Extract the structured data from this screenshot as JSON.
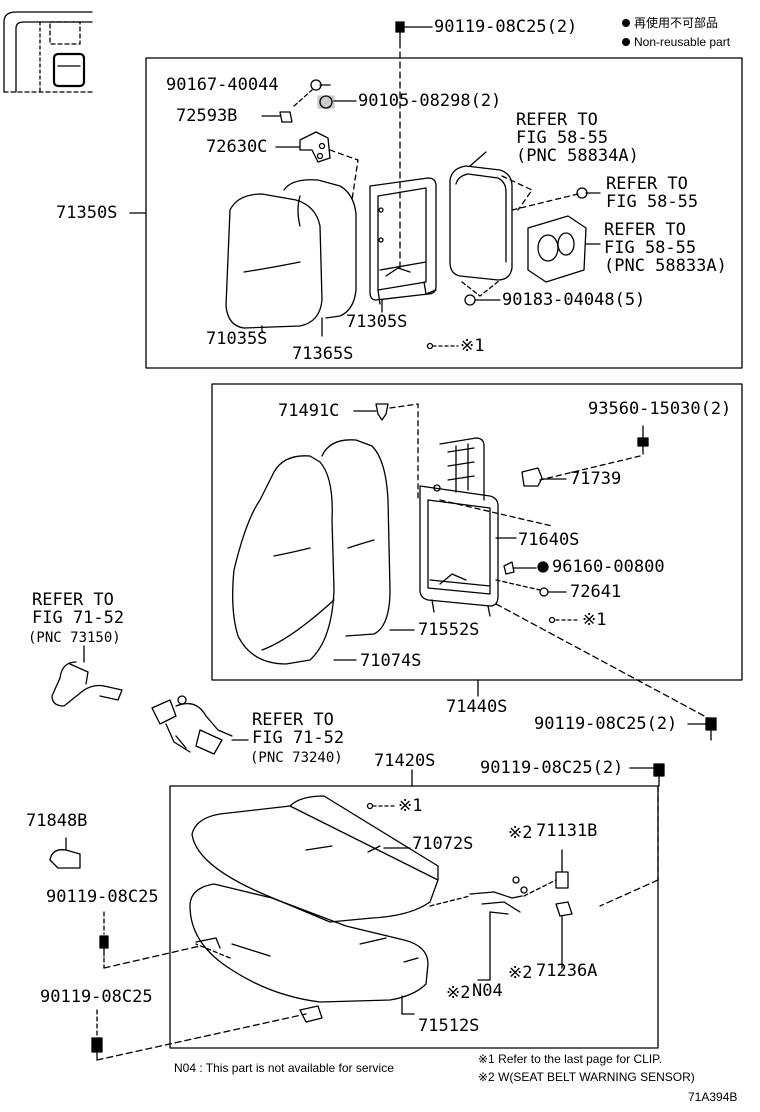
{
  "legend": {
    "non_reusable_ja": "再使用不可部品",
    "non_reusable_en": "Non-reusable part"
  },
  "groups": {
    "seatback_upper": "71350S",
    "seatback_lower": "71440S",
    "cushion": "71420S"
  },
  "parts": {
    "p90119_top": "90119-08C25(2)",
    "p90167": "90167-40044",
    "p72593B": "72593B",
    "p90105": "90105-08298(2)",
    "p72630C": "72630C",
    "p71035S": "71035S",
    "p71365S": "71365S",
    "p71305S": "71305S",
    "p90183": "90183-04048(5)",
    "p71491C": "71491C",
    "p93560": "93560-15030(2)",
    "p71739": "71739",
    "p71640S": "71640S",
    "p96160": "96160-00800",
    "p72641": "72641",
    "p71552S": "71552S",
    "p71074S": "71074S",
    "p90119_mid": "90119-08C25(2)",
    "p90119_cush": "90119-08C25(2)",
    "p71848B": "71848B",
    "p90119_a": "90119-08C25",
    "p90119_b": "90119-08C25",
    "p71072S": "71072S",
    "p71131B": "71131B",
    "p71236A": "71236A",
    "pN04": "N04",
    "p71512S": "71512S"
  },
  "marks": {
    "clip1": "※1",
    "clip2": "※1",
    "clip3": "※1",
    "m71131B": "※2",
    "m71236A": "※2",
    "mN04": "※2"
  },
  "refers": {
    "r1": [
      "REFER TO",
      "FIG 58-55",
      "(PNC 58834A)"
    ],
    "r2": [
      "REFER TO",
      "FIG 58-55"
    ],
    "r3": [
      "REFER TO",
      "FIG 58-55",
      "(PNC 58833A)"
    ],
    "r4": [
      "REFER TO",
      "FIG 71-52",
      "(PNC 73150)"
    ],
    "r5": [
      "REFER TO",
      "FIG 71-52",
      "(PNC 73240)"
    ]
  },
  "footnotes": {
    "n04": "N04 : This part is not available for service",
    "note1": "※1 Refer to the last page for CLIP.",
    "note2": "※2 W(SEAT BELT WARNING SENSOR)",
    "code": "71A394B"
  }
}
